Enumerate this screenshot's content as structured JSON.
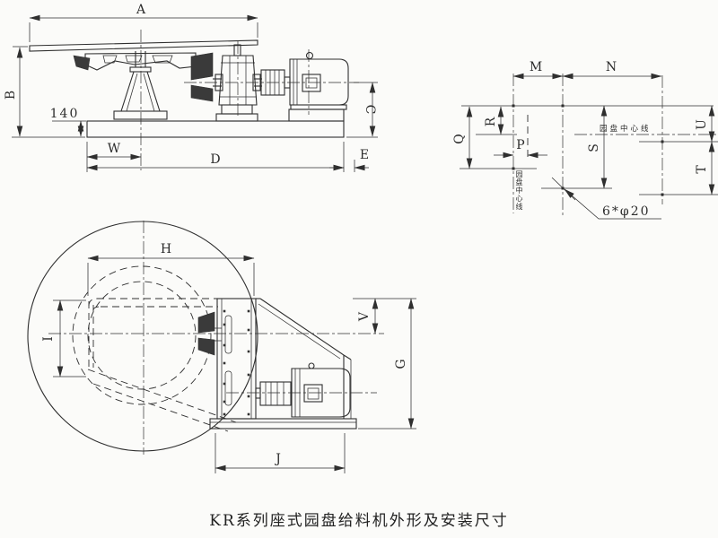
{
  "colors": {
    "ink": "#2f2f2f",
    "paper": "#fbfbf9"
  },
  "caption": "KR系列座式园盘给料机外形及安装尺寸",
  "side_view": {
    "dim_labels": {
      "A": "A",
      "B": "B",
      "C": "C",
      "D": "D",
      "E": "E",
      "W": "W",
      "base_height": "140"
    }
  },
  "hole_layout": {
    "dim_labels": {
      "M": "M",
      "N": "N",
      "P": "P",
      "Q": "Q",
      "R": "R",
      "S": "S",
      "T": "T",
      "U": "U"
    },
    "bolt_callout": "6*φ20",
    "disc_centerline_h": "园盘中心线",
    "disc_centerline_v": "园盘中心线"
  },
  "plan_view": {
    "dim_labels": {
      "G": "G",
      "H": "H",
      "I": "I",
      "J": "J",
      "V": "V"
    }
  }
}
